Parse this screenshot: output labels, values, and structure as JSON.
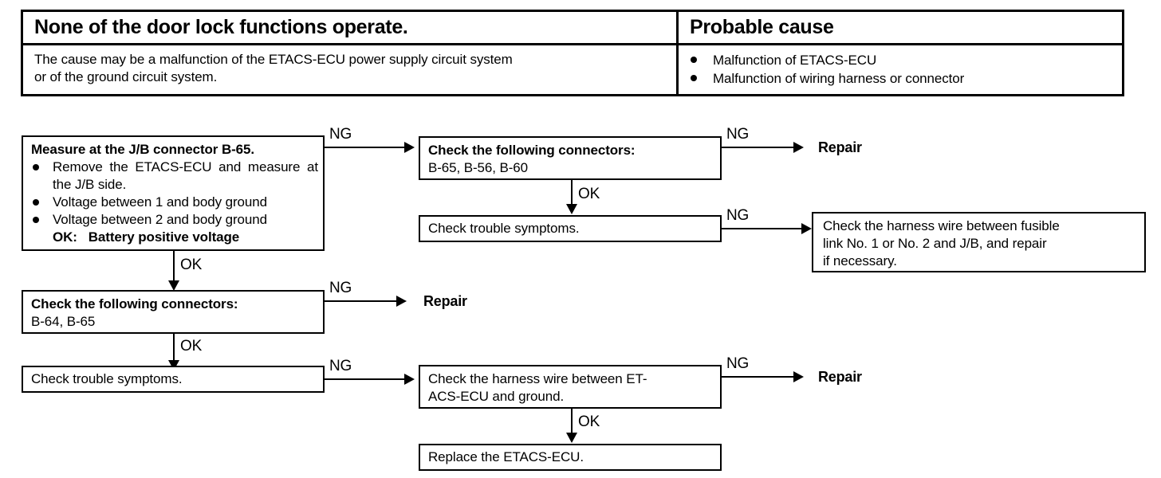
{
  "table": {
    "headers": {
      "symptom": "None of the door lock functions operate.",
      "cause": "Probable cause"
    },
    "description_lines": [
      "The cause may be a malfunction of the ETACS-ECU power supply circuit system",
      "or of the ground circuit system."
    ],
    "causes": [
      "Malfunction of ETACS-ECU",
      "Malfunction of wiring harness or connector"
    ]
  },
  "flow": {
    "labels": {
      "ng": "NG",
      "ok": "OK",
      "repair": "Repair"
    },
    "boxes": {
      "measure_jb": {
        "title": "Measure at the J/B connector B-65.",
        "bullets": [
          "Remove the ETACS-ECU and measure at the J/B side.",
          "Voltage between 1 and body ground",
          "Voltage between 2 and body ground"
        ],
        "ok_label": "OK:",
        "ok_value": "Battery positive voltage"
      },
      "connectors_top": {
        "title": "Check the following connectors:",
        "list": "B-65, B-56, B-60"
      },
      "trouble_top": {
        "text": "Check trouble symptoms."
      },
      "harness_fusible": {
        "lines": [
          "Check the harness wire between fusible",
          "link No. 1 or No. 2 and J/B, and repair",
          "if necessary."
        ]
      },
      "connectors_left": {
        "title": "Check the following connectors:",
        "list": "B-64, B-65"
      },
      "trouble_left": {
        "text": "Check trouble symptoms."
      },
      "harness_ground": {
        "lines": [
          "Check the harness wire between ET-",
          "ACS-ECU and ground."
        ]
      },
      "replace_ecu": {
        "text": "Replace the ETACS-ECU."
      }
    }
  }
}
